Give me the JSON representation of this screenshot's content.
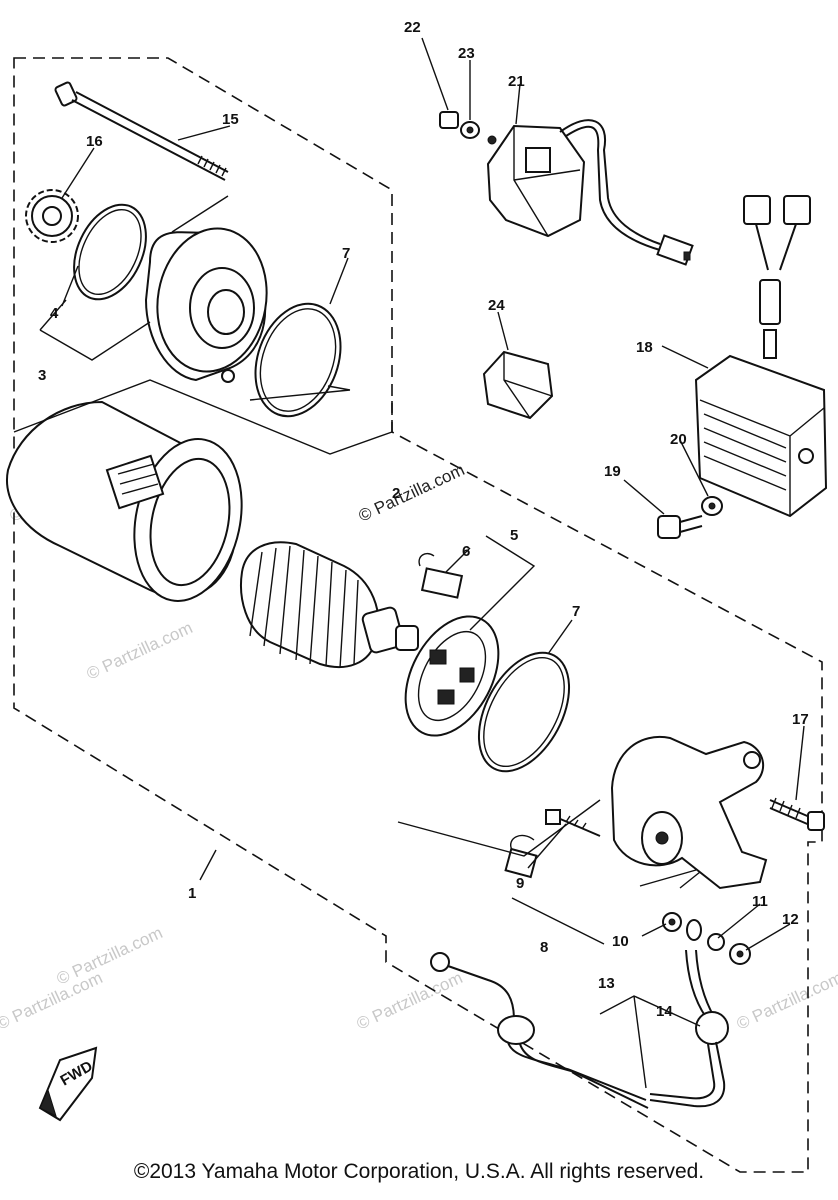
{
  "watermark": {
    "main": "© Partzilla.com",
    "faded": "© Partzilla.com"
  },
  "fwd_marker": "FWD",
  "copyright": "©2013 Yamaha Motor Corporation, U.S.A. All rights reserved.",
  "callouts": {
    "c1": "1",
    "c2": "2",
    "c3": "3",
    "c4": "4",
    "c5": "5",
    "c6": "6",
    "c7a": "7",
    "c7b": "7",
    "c8": "8",
    "c9": "9",
    "c10": "10",
    "c11": "11",
    "c12": "12",
    "c13": "13",
    "c14": "14",
    "c15": "15",
    "c16": "16",
    "c17": "17",
    "c18": "18",
    "c19": "19",
    "c20": "20",
    "c21": "21",
    "c22": "22",
    "c23": "23",
    "c24": "24"
  }
}
